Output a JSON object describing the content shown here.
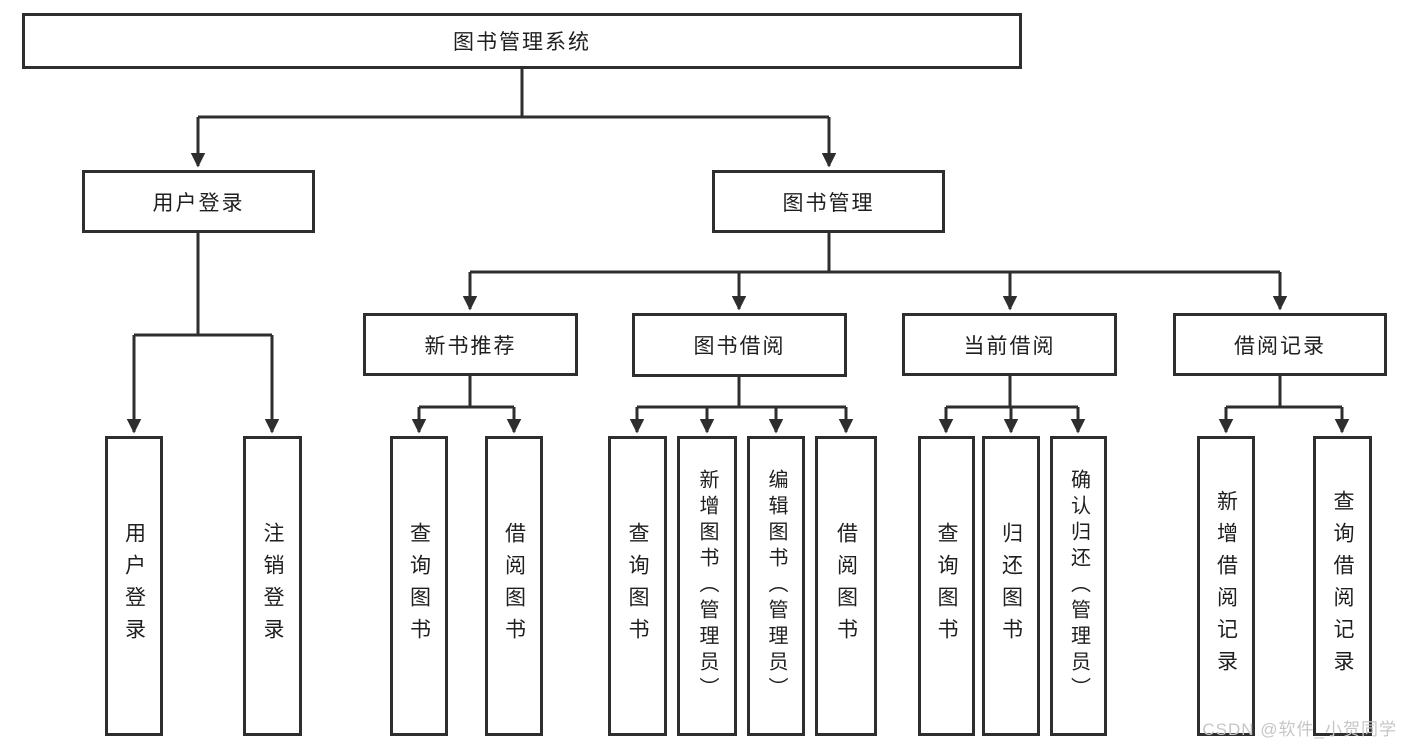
{
  "tree": {
    "root": {
      "label": "图书管理系统",
      "children": [
        {
          "label": "用户登录",
          "children": [
            {
              "label": "用户登录"
            },
            {
              "label": "注销登录"
            }
          ]
        },
        {
          "label": "图书管理",
          "children": [
            {
              "label": "新书推荐",
              "children": [
                {
                  "label": "查询图书"
                },
                {
                  "label": "借阅图书"
                }
              ]
            },
            {
              "label": "图书借阅",
              "children": [
                {
                  "label": "查询图书"
                },
                {
                  "label": "新增图书（管理员）"
                },
                {
                  "label": "编辑图书（管理员）"
                },
                {
                  "label": "借阅图书"
                }
              ]
            },
            {
              "label": "当前借阅",
              "children": [
                {
                  "label": "查询图书"
                },
                {
                  "label": "归还图书"
                },
                {
                  "label": "确认归还（管理员）"
                }
              ]
            },
            {
              "label": "借阅记录",
              "children": [
                {
                  "label": "新增借阅记录"
                },
                {
                  "label": "查询借阅记录"
                }
              ]
            }
          ]
        }
      ]
    }
  },
  "watermark": {
    "text": "CSDN @软件_小贺同学"
  },
  "colors": {
    "line": "#2e2e2e",
    "text": "#1f1f1f",
    "background": "#ffffff",
    "watermark": "#c6c6c6"
  }
}
